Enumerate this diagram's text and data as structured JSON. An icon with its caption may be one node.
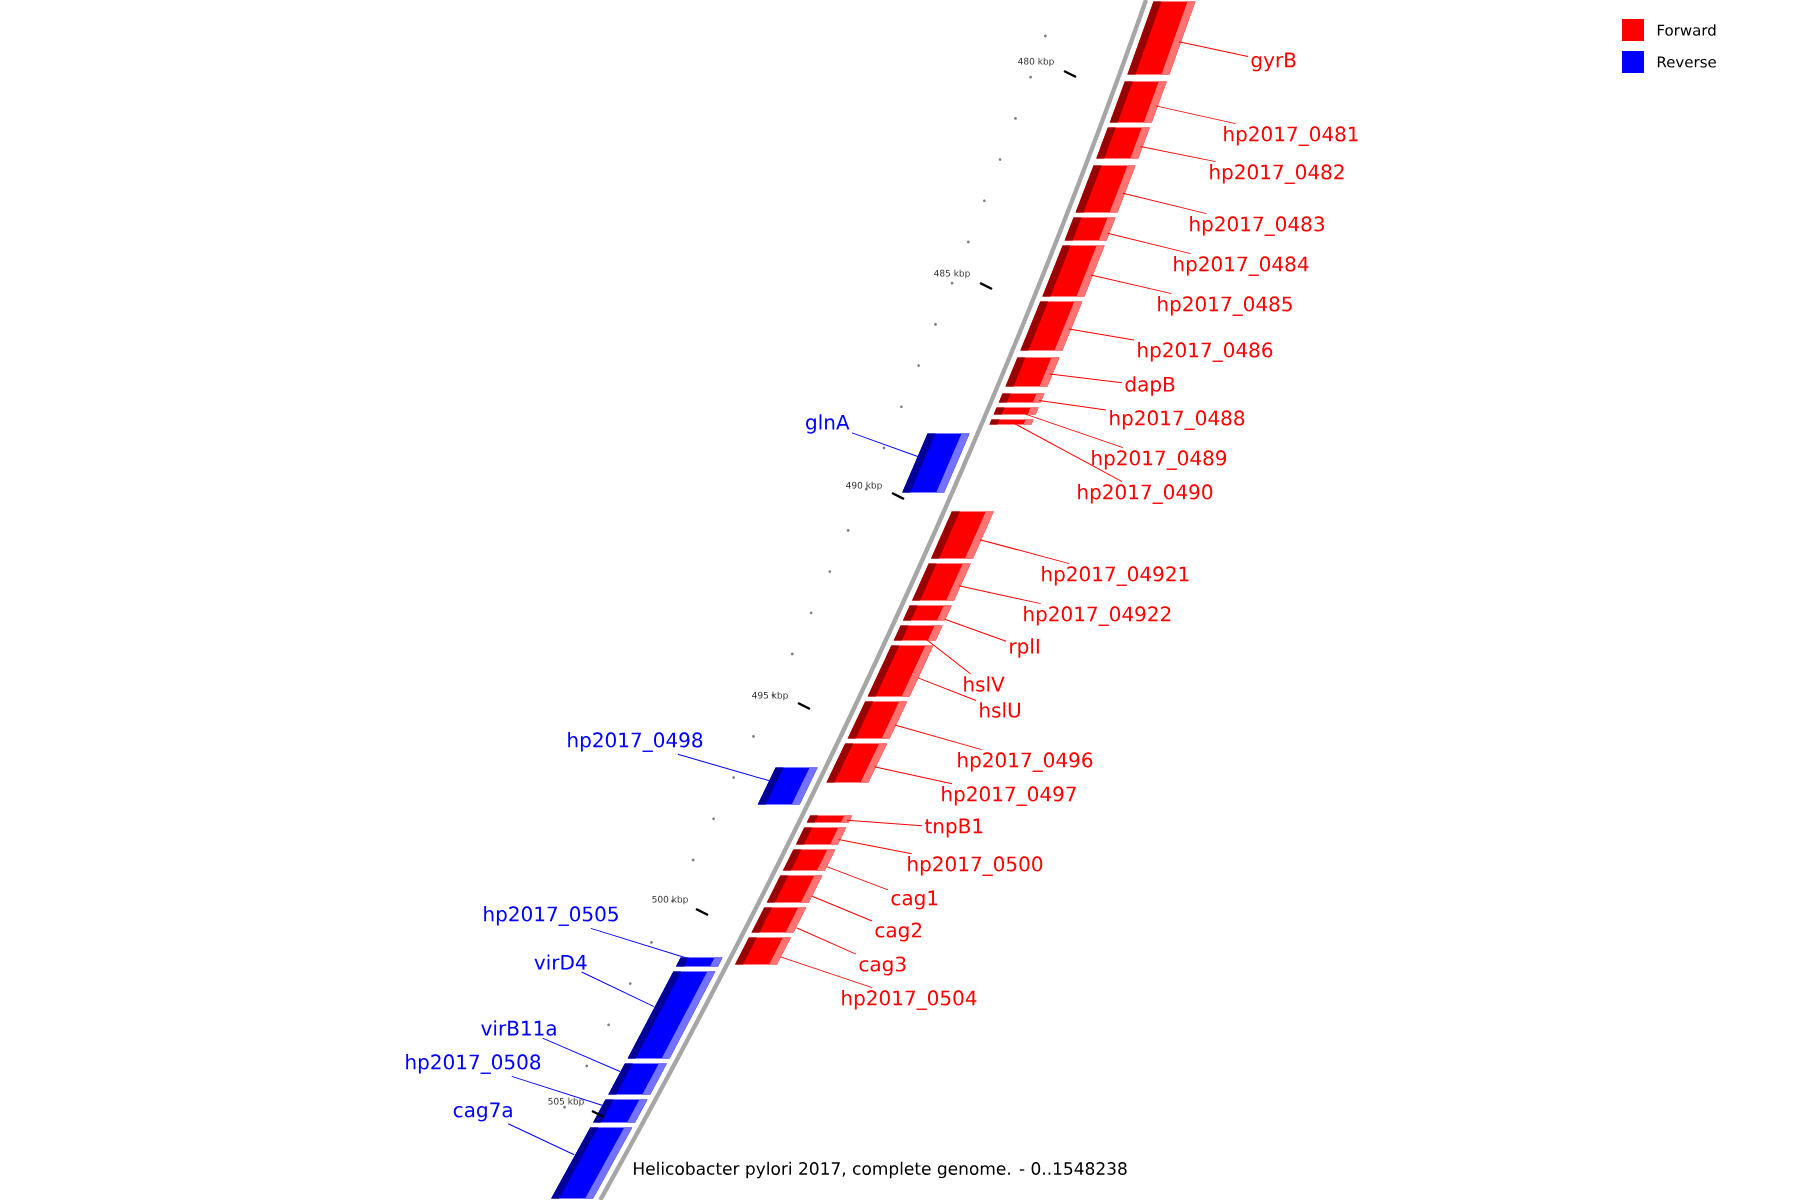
{
  "diagram": {
    "caption": "Helicobacter pylori 2017, complete genome. - 0..1548238",
    "nodes": [
      {
        "text": [
          "gyrB"
        ]
      },
      {
        "text": [],
        "shape": "bar"
      },
      {
        "text": [
          "hp2017_0481"
        ]
      },
      {
        "text": [],
        "shape": "bar"
      },
      {
        "text": [
          "hp2017_0482"
        ]
      },
      {
        "text": [],
        "shape": "bar"
      },
      {
        "text": [
          "hp2017_0483"
        ]
      },
      {
        "text": [],
        "shape": "bar"
      },
      {
        "text": [
          "hp2017_0484"
        ]
      },
      {
        "text": [],
        "shape": "bar"
      },
      {
        "text": [
          "hp2017_0485"
        ]
      },
      {
        "text": [],
        "shape": "bar"
      },
      {
        "text": [
          "hp2017_0486"
        ]
      },
      {
        "text": [],
        "shape": "bar"
      },
      {
        "text": [
          "dapB"
        ]
      },
      {
        "text": [],
        "shape": "bar"
      },
      {
        "text": [
          "hp2017_0488"
        ]
      },
      {
        "text": [],
        "shape": "bar"
      },
      {
        "text": [
          "hp2017_0489"
        ]
      },
      {
        "text": [],
        "shape": "bar"
      },
      {
        "text": [
          "hp2017_0490"
        ]
      },
      {
        "text": [],
        "shape": "bar"
      },
      {
        "text": [
          "glnA"
        ]
      },
      {
        "text": [],
        "shape": "bar"
      },
      {
        "text": [
          "hp2017_04921"
        ]
      },
      {
        "text": [],
        "shape": "bar"
      },
      {
        "text": [
          "hp2017_04922"
        ]
      },
      {
        "text": [],
        "shape": "bar"
      },
      {
        "text": [
          "rplI"
        ]
      },
      {
        "text": [],
        "shape": "bar"
      },
      {
        "text": [
          "hslV"
        ]
      },
      {
        "text": [],
        "shape": "bar"
      },
      {
        "text": [
          "hslU"
        ]
      },
      {
        "text": [],
        "shape": "bar"
      },
      {
        "text": [
          "hp2017_0496"
        ]
      },
      {
        "text": [],
        "shape": "bar"
      },
      {
        "text": [
          "hp2017_0497"
        ]
      },
      {
        "text": [],
        "shape": "bar"
      },
      {
        "text": [
          "hp2017_0498"
        ]
      },
      {
        "text": [],
        "shape": "bar"
      },
      {
        "text": [
          "tnpB1"
        ]
      },
      {
        "text": [],
        "shape": "bar"
      },
      {
        "text": [
          "hp2017_0500"
        ]
      },
      {
        "text": [],
        "shape": "bar"
      },
      {
        "text": [
          "cag1"
        ]
      },
      {
        "text": [],
        "shape": "bar"
      },
      {
        "text": [
          "cag2"
        ]
      },
      {
        "text": [],
        "shape": "bar"
      },
      {
        "text": [
          "cag3"
        ]
      },
      {
        "text": [],
        "shape": "bar"
      },
      {
        "text": [
          "hp2017_0504"
        ]
      },
      {
        "text": [],
        "shape": "bar"
      },
      {
        "text": [
          "hp2017_0505"
        ]
      },
      {
        "text": [],
        "shape": "bar"
      },
      {
        "text": [
          "virD4"
        ]
      },
      {
        "text": [],
        "shape": "bar"
      },
      {
        "text": [
          "virB11a"
        ]
      },
      {
        "text": [],
        "shape": "bar"
      },
      {
        "text": [
          "hp2017_0508"
        ]
      },
      {
        "text": [],
        "shape": "bar"
      },
      {
        "text": [
          "cag7a"
        ]
      },
      {
        "text": [],
        "shape": "bar"
      }
    ],
    "edges": [
      {
        "from": 0,
        "to": 1,
        "arrow": "none"
      },
      {
        "from": 2,
        "to": 3,
        "arrow": "none"
      },
      {
        "from": 4,
        "to": 5,
        "arrow": "none"
      },
      {
        "from": 6,
        "to": 7,
        "arrow": "none"
      },
      {
        "from": 8,
        "to": 9,
        "arrow": "none"
      },
      {
        "from": 10,
        "to": 11,
        "arrow": "none"
      },
      {
        "from": 12,
        "to": 13,
        "arrow": "none"
      },
      {
        "from": 14,
        "to": 15,
        "arrow": "none"
      },
      {
        "from": 16,
        "to": 17,
        "arrow": "none"
      },
      {
        "from": 18,
        "to": 19,
        "arrow": "none"
      },
      {
        "from": 20,
        "to": 21,
        "arrow": "none"
      },
      {
        "from": 22,
        "to": 23,
        "arrow": "none",
        "color": "#0000ff"
      },
      {
        "from": 24,
        "to": 25,
        "arrow": "none"
      },
      {
        "from": 26,
        "to": 27,
        "arrow": "none"
      },
      {
        "from": 28,
        "to": 29,
        "arrow": "none"
      },
      {
        "from": 30,
        "to": 31,
        "arrow": "none"
      },
      {
        "from": 32,
        "to": 33,
        "arrow": "none"
      },
      {
        "from": 34,
        "to": 35,
        "arrow": "none"
      },
      {
        "from": 36,
        "to": 37,
        "arrow": "none"
      },
      {
        "from": 38,
        "to": 39,
        "arrow": "none",
        "color": "#0000ff"
      },
      {
        "from": 40,
        "to": 41,
        "arrow": "none"
      },
      {
        "from": 42,
        "to": 43,
        "arrow": "none"
      },
      {
        "from": 44,
        "to": 45,
        "arrow": "none"
      },
      {
        "from": 46,
        "to": 47,
        "arrow": "none"
      },
      {
        "from": 48,
        "to": 49,
        "arrow": "none"
      },
      {
        "from": 50,
        "to": 51,
        "arrow": "none"
      },
      {
        "from": 52,
        "to": 53,
        "arrow": "none",
        "color": "#0000ff"
      },
      {
        "from": 54,
        "to": 55,
        "arrow": "none",
        "color": "#0000ff"
      },
      {
        "from": 56,
        "to": 57,
        "arrow": "none",
        "color": "#0000ff"
      },
      {
        "from": 58,
        "to": 59,
        "arrow": "none",
        "color": "#0000ff"
      },
      {
        "from": 60,
        "to": 61,
        "arrow": "none",
        "color": "#0000ff"
      }
    ],
    "labels": [
      "480 kbp",
      "485 kbp",
      "490 kbp",
      "495 kbp",
      "500 kbp",
      "505 kbp"
    ],
    "legend": [
      {
        "text": "Forward",
        "color": "#ff0000"
      },
      {
        "text": "Reverse",
        "color": "#0000ff"
      }
    ]
  }
}
